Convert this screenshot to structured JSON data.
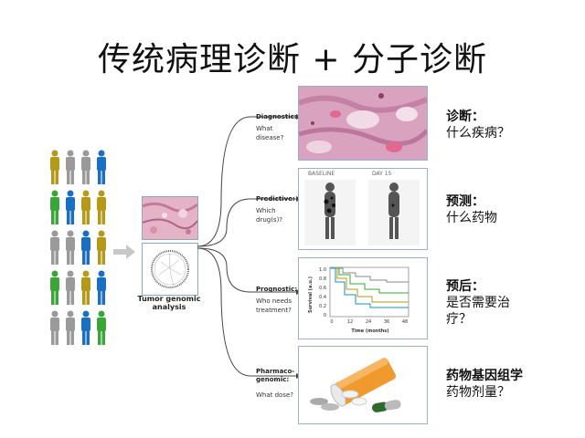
{
  "title": "传统病理诊断 + 分子诊断",
  "figure": {
    "tumor_label": "Tumor genomic analysis",
    "steps": [
      {
        "title": "Diagnostic:",
        "question": "What disease?"
      },
      {
        "title": "Predictive:",
        "question": "Which drug(s)?"
      },
      {
        "title": "Prognostic:",
        "question": "Who needs treatment?"
      },
      {
        "title": "Pharmaco-genomic:",
        "question": "What dose?"
      }
    ],
    "pet": {
      "left_label": "BASELINE",
      "right_label": "DAY 15"
    },
    "survival": {
      "ylabel": "Survival (a.u.)",
      "xlabel": "Time (months)",
      "yticks": [
        "1.0",
        "0.8",
        "0.6",
        "0.4",
        "0.2",
        "0"
      ],
      "xticks": [
        "0",
        "12",
        "24",
        "36",
        "48"
      ]
    }
  },
  "annotations": [
    {
      "label": "诊断：",
      "text": "什么疾病？"
    },
    {
      "label": "预测：",
      "text": "什么药物"
    },
    {
      "label": "预后：",
      "text": "是否需要治疗？"
    },
    {
      "label": "药物基因组学",
      "text": "药物剂量？"
    }
  ],
  "colors": {
    "accent_blue": "#1a6fc2",
    "green": "#3aa63a",
    "yellow": "#b59a1a",
    "gray": "#9a9a9a"
  }
}
